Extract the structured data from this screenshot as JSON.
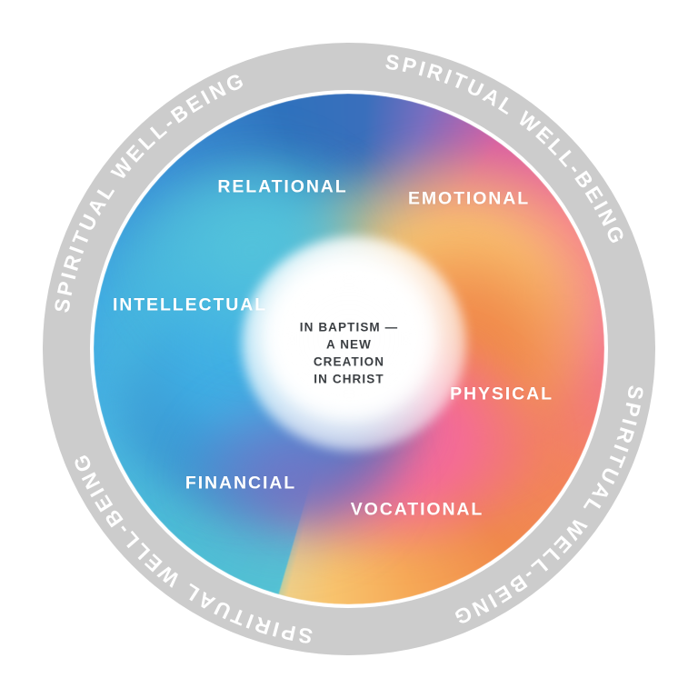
{
  "graphic": {
    "type": "wellness-wheel-diagram",
    "ring": {
      "label": "SPIRITUAL WELL-BEING",
      "repeats": 4,
      "color": "#cccccc",
      "text_color": "#ffffff"
    },
    "center": {
      "caption": "IN BAPTISM —\nA NEW\nCREATION\nIN CHRIST",
      "text_color": "#3b3f43",
      "glow_color": "#ffffff"
    },
    "segments": [
      {
        "label": "RELATIONAL",
        "color": "#54c3d4"
      },
      {
        "label": "EMOTIONAL",
        "color": "#f8c36d"
      },
      {
        "label": "PHYSICAL",
        "color": "#f08a4b"
      },
      {
        "label": "VOCATIONAL",
        "color": "#f4699c"
      },
      {
        "label": "FINANCIAL",
        "color": "#2f72bd"
      },
      {
        "label": "INTELLECTUAL",
        "color": "#40b0e5"
      }
    ],
    "background": "#ffffff"
  }
}
